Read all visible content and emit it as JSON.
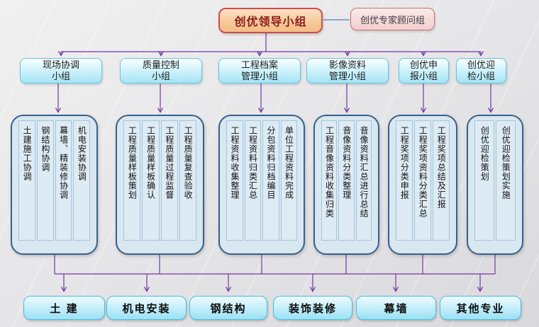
{
  "header": {
    "root_label": "创优领导小组",
    "advisor_label": "创优专家顾问组"
  },
  "groups": [
    {
      "title": [
        "现场协调",
        "小组"
      ],
      "tasks": [
        "土建施工协调",
        "钢结构协调",
        "幕墙、精装修协调",
        "机电安装协调"
      ]
    },
    {
      "title": [
        "质量控制",
        "小组"
      ],
      "tasks": [
        "工程质量样板策划",
        "工程质量样板确认",
        "工程质量过程监督",
        "工程质量复查验收"
      ]
    },
    {
      "title": [
        "工程档案",
        "管理小组"
      ],
      "tasks": [
        "工程资料收集整理",
        "工程资料归类汇总",
        "分包资料归档编目",
        "单位工程资料完成"
      ]
    },
    {
      "title": [
        "影像资料",
        "管理小组"
      ],
      "tasks": [
        "工程音像资料收集归类",
        "音像资料分类整理",
        "音像资料汇总进行总结"
      ]
    },
    {
      "title": [
        "创优申",
        "报小组"
      ],
      "tasks": [
        "工程奖项分类申报",
        "工程奖项资料分类汇总",
        "工程奖项总结及汇报"
      ]
    },
    {
      "title": [
        "创优迎",
        "检小组"
      ],
      "tasks": [
        "创优迎检策划",
        "创优迎检策划实施"
      ]
    }
  ],
  "disciplines": [
    {
      "label": "土 建"
    },
    {
      "label": "机电安装"
    },
    {
      "label": "钢结构"
    },
    {
      "label": "装饰装修"
    },
    {
      "label": "幕墙"
    },
    {
      "label": "其他专业"
    }
  ],
  "colors": {
    "connector_purple": "#7437a5",
    "connector_blue": "#4f81bd",
    "root_fill": "#f7c897",
    "root_border": "#cd4d4d",
    "root_text": "#8b1c1c",
    "advisor_fill": "#f2cece",
    "group_fill": "#a4e4f5",
    "group_border": "#62c4e3",
    "container_fill": "#d9e7f1",
    "container_border": "#39618a",
    "discipline_fill": "#9be1f3"
  }
}
